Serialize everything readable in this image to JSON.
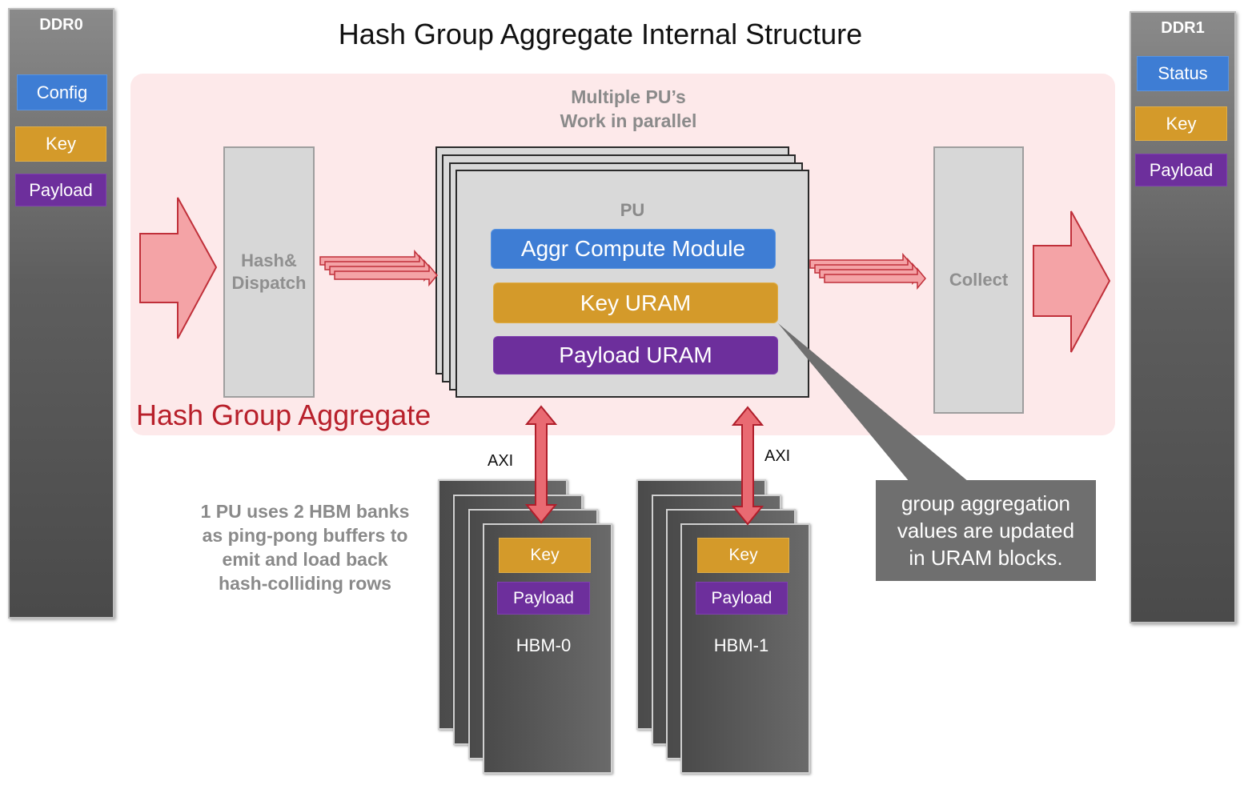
{
  "title": "Hash Group Aggregate Internal Structure",
  "ddr0": {
    "label": "DDR0",
    "items": [
      "Config",
      "Key",
      "Payload"
    ]
  },
  "ddr1": {
    "label": "DDR1",
    "items": [
      "Status",
      "Key",
      "Payload"
    ]
  },
  "region_label": "Hash Group Aggregate",
  "parallel_note": {
    "line1": "Multiple PU’s",
    "line2": "Work in parallel"
  },
  "hash_dispatch": {
    "line1": "Hash&",
    "line2": "Dispatch"
  },
  "collect": "Collect",
  "pu": {
    "label": "PU",
    "modules": [
      "Aggr Compute Module",
      "Key URAM",
      "Payload URAM"
    ]
  },
  "axi_labels": [
    "AXI",
    "AXI"
  ],
  "hbm0": {
    "name": "HBM-0",
    "key": "Key",
    "payload": "Payload"
  },
  "hbm1": {
    "name": "HBM-1",
    "key": "Key",
    "payload": "Payload"
  },
  "hbm_note": [
    "1 PU uses 2 HBM banks",
    "as ping-pong buffers to",
    "emit and load back",
    "hash-colliding rows"
  ],
  "callout": [
    "group aggregation",
    "values are updated",
    "in URAM blocks."
  ],
  "colors": {
    "blue": "#3e7dd4",
    "gold": "#d49a2a",
    "purple": "#6d2f9c",
    "region": "#fde9ea",
    "region_text": "#b8202b",
    "arrow": "#f4a3a6"
  }
}
